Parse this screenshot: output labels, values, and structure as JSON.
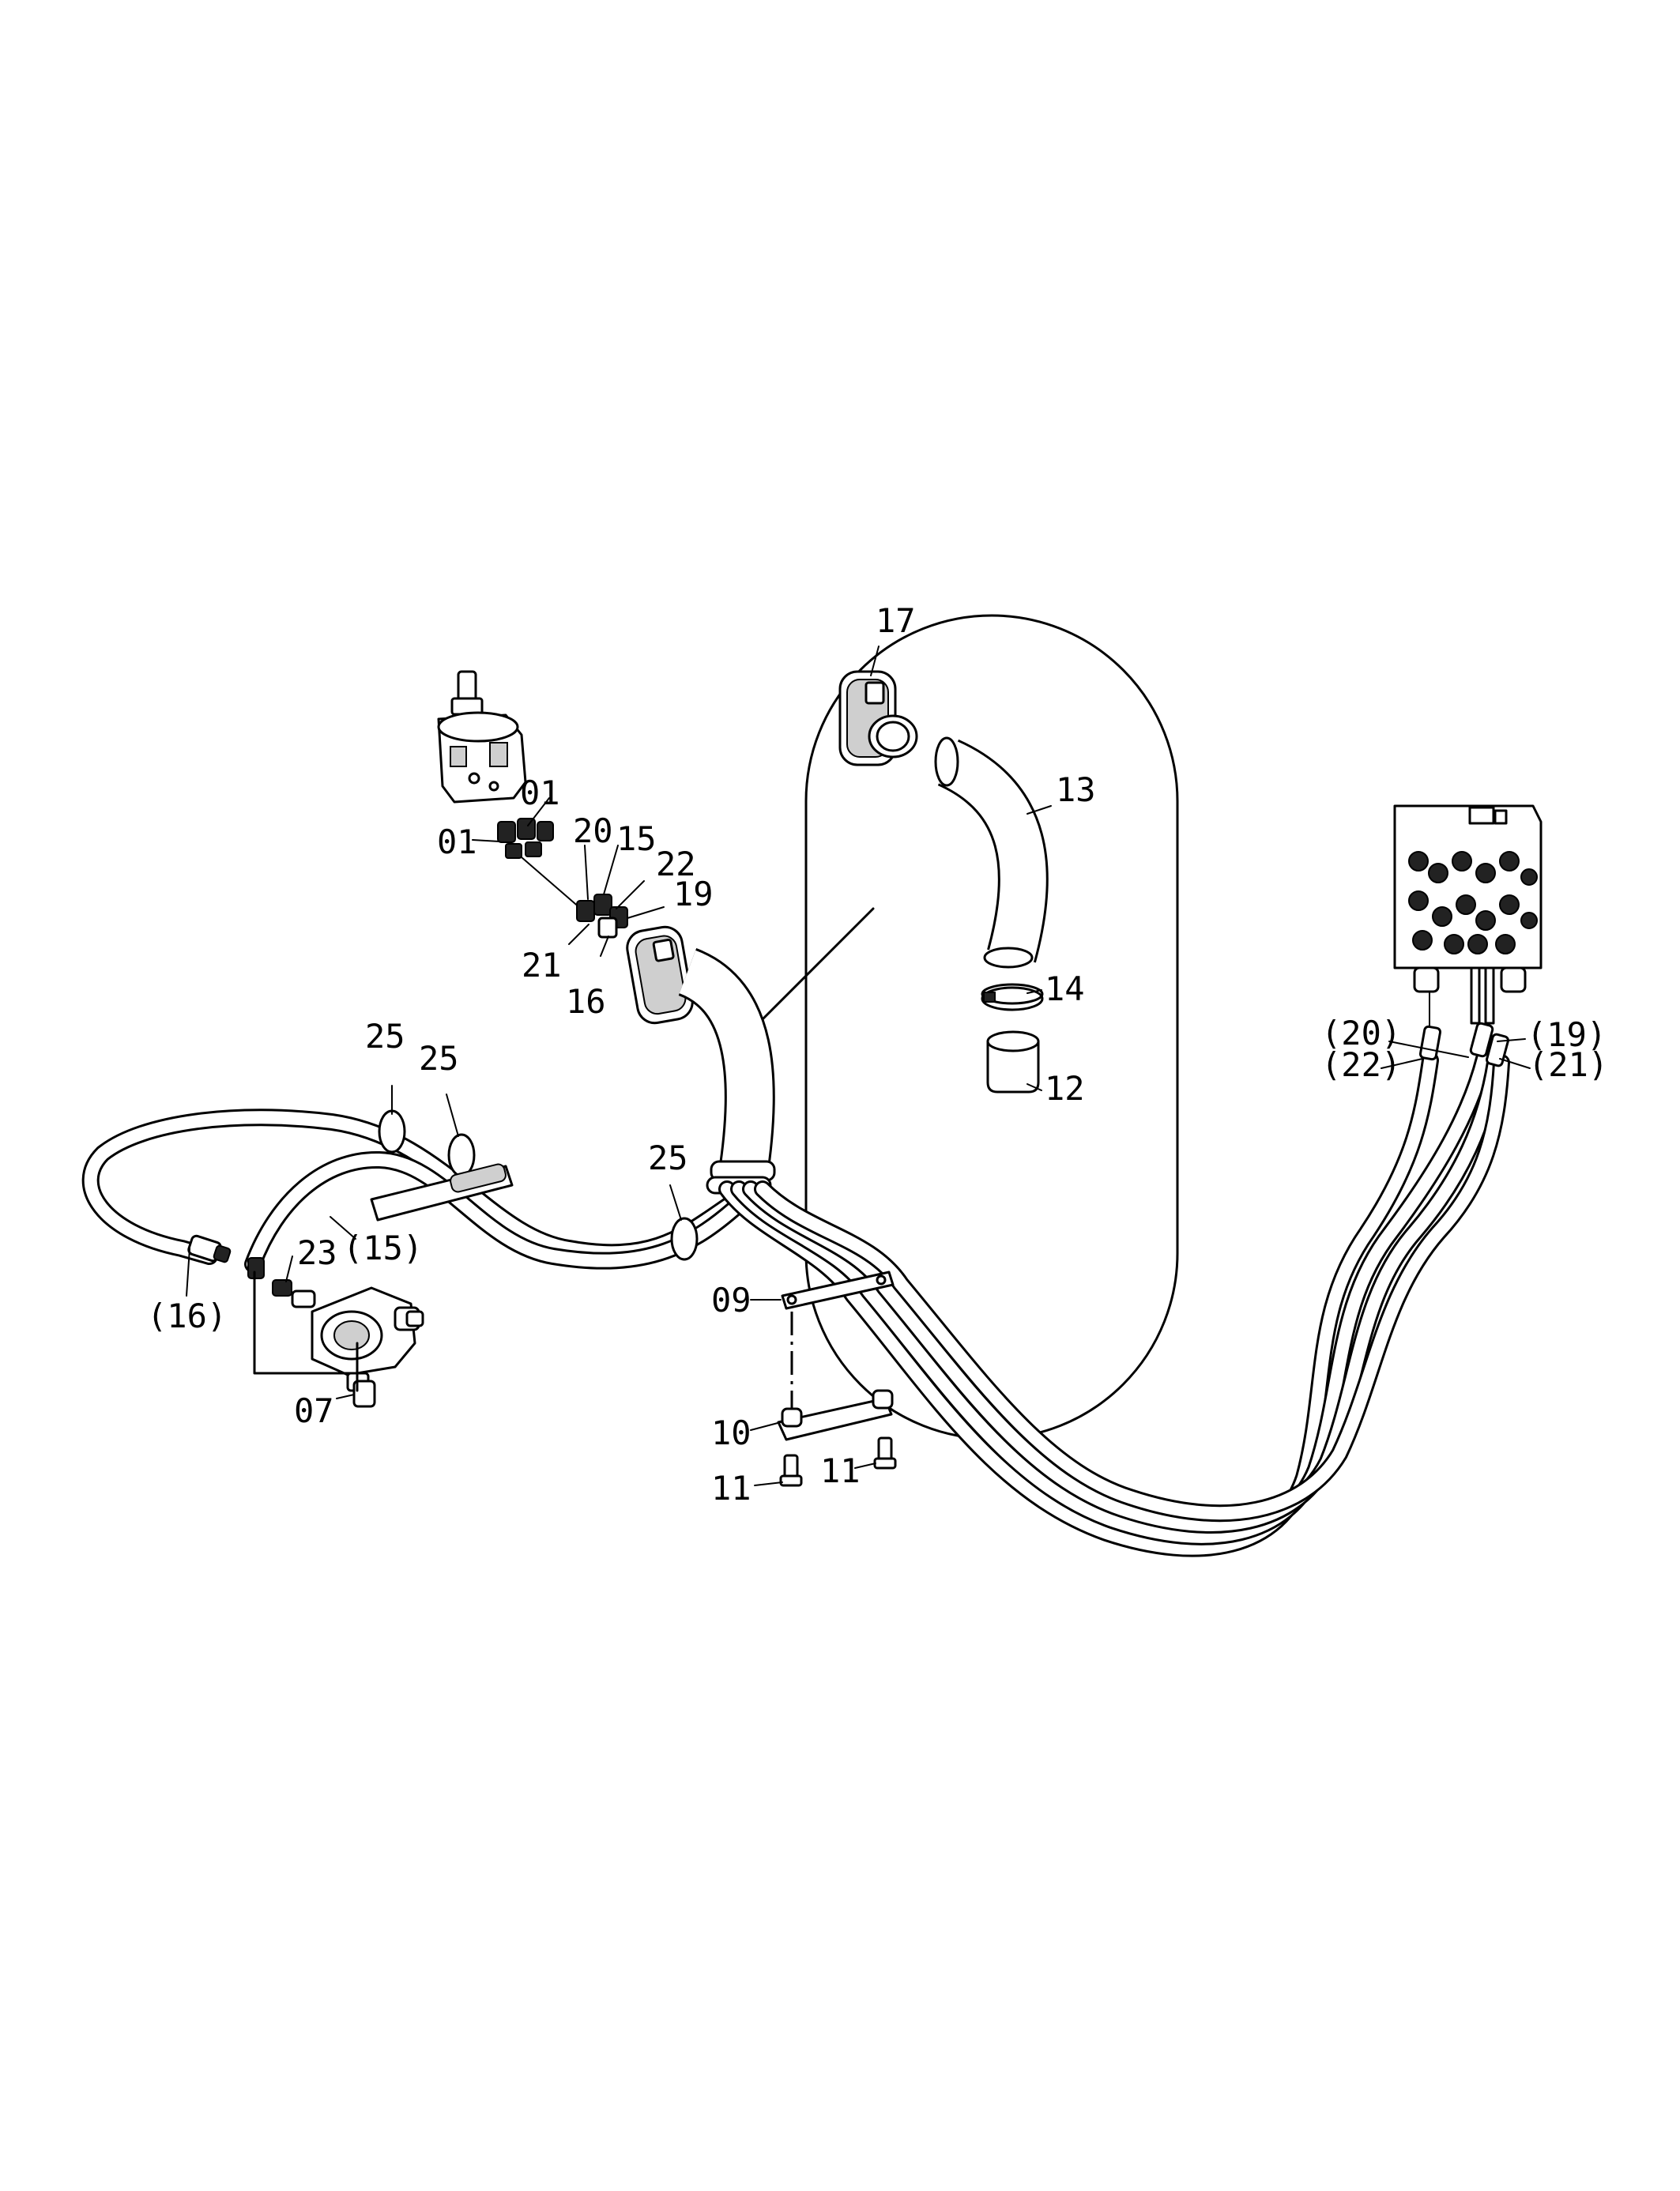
{
  "diagram": {
    "labels": {
      "c01a": "01",
      "c01b": "01",
      "c20": "20",
      "c15": "15",
      "c22": "22",
      "c19": "19",
      "c21": "21",
      "c16": "16",
      "c17": "17",
      "c13": "13",
      "c14": "14",
      "c12": "12",
      "c25a": "25",
      "c25b": "25",
      "c25c": "25",
      "c23": "23",
      "p15": "(15)",
      "p16": "(16)",
      "c07": "07",
      "c09": "09",
      "c10": "10",
      "c11a": "11",
      "c11b": "11",
      "p20": "(20)",
      "p19": "(19)",
      "p22": "(22)",
      "p21": "(21)"
    }
  }
}
